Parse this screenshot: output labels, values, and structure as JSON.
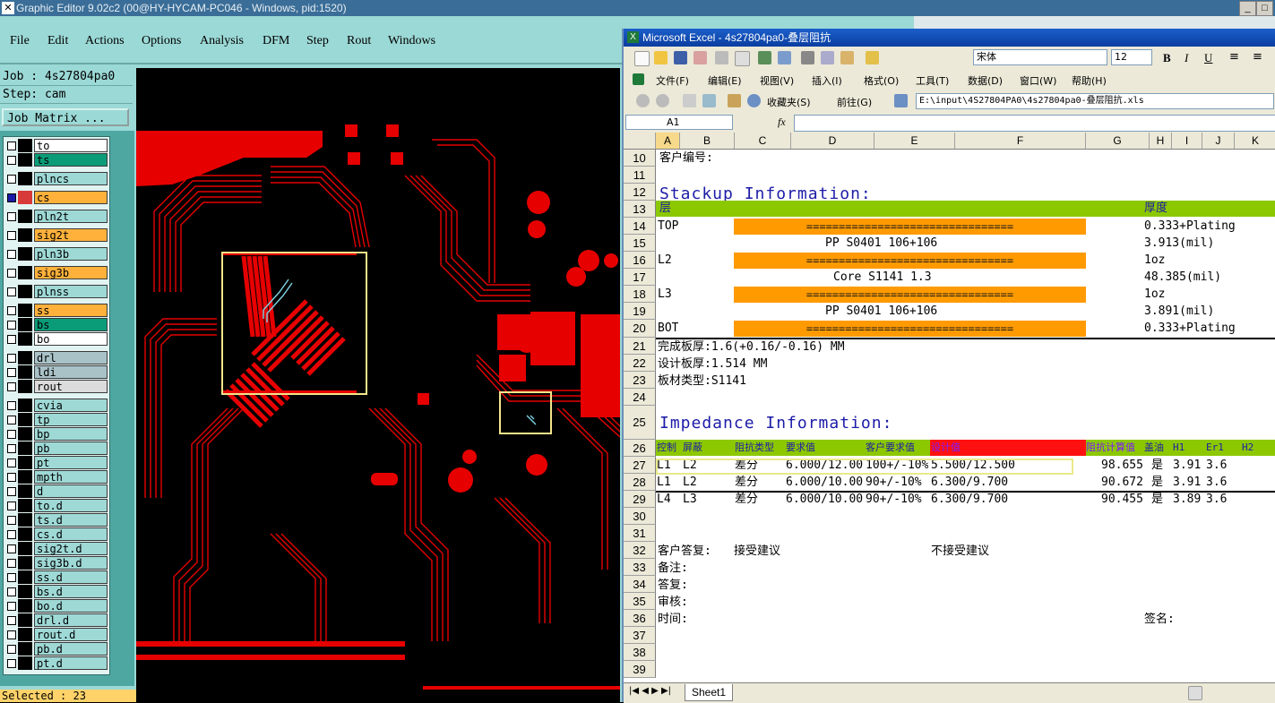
{
  "ge": {
    "title": "Graphic Editor 9.02c2 (00@HY-HYCAM-PC046 - Windows, pid:1520)",
    "menu": [
      "File",
      "Edit",
      "Actions",
      "Options",
      "Analysis",
      "DFM",
      "Step",
      "Rout",
      "Windows"
    ],
    "job_line": "Job : 4s27804pa0",
    "step_line": "Step: cam",
    "job_matrix": "Job Matrix ...",
    "selected": "Selected : 23",
    "layers": [
      {
        "name": "to",
        "color": "#ffffff"
      },
      {
        "name": "ts",
        "color": "#0a9c78"
      },
      {
        "name": "plncs",
        "color": "#9ed9d6"
      },
      {
        "name": "cs",
        "color": "#ffb13b"
      },
      {
        "name": "pln2t",
        "color": "#9ed9d6"
      },
      {
        "name": "sig2t",
        "color": "#ffb13b"
      },
      {
        "name": "pln3b",
        "color": "#9ed9d6"
      },
      {
        "name": "sig3b",
        "color": "#ffb13b"
      },
      {
        "name": "plnss",
        "color": "#9ed9d6"
      },
      {
        "name": "ss",
        "color": "#ffb13b"
      },
      {
        "name": "bs",
        "color": "#0a9c78"
      },
      {
        "name": "bo",
        "color": "#ffffff"
      },
      {
        "name": "drl",
        "color": "#a9c2c8"
      },
      {
        "name": "ldi",
        "color": "#a9c2c8"
      },
      {
        "name": "rout",
        "color": "#dcdcdc"
      },
      {
        "name": "cvia",
        "color": "#9ed9d6"
      },
      {
        "name": "tp",
        "color": "#9ed9d6"
      },
      {
        "name": "bp",
        "color": "#9ed9d6"
      },
      {
        "name": "pb",
        "color": "#9ed9d6"
      },
      {
        "name": "pt",
        "color": "#9ed9d6"
      },
      {
        "name": "mpth",
        "color": "#9ed9d6"
      },
      {
        "name": "d",
        "color": "#9ed9d6"
      },
      {
        "name": "to.d",
        "color": "#9ed9d6"
      },
      {
        "name": "ts.d",
        "color": "#9ed9d6"
      },
      {
        "name": "cs.d",
        "color": "#9ed9d6"
      },
      {
        "name": "sig2t.d",
        "color": "#9ed9d6"
      },
      {
        "name": "sig3b.d",
        "color": "#9ed9d6"
      },
      {
        "name": "ss.d",
        "color": "#9ed9d6"
      },
      {
        "name": "bs.d",
        "color": "#9ed9d6"
      },
      {
        "name": "bo.d",
        "color": "#9ed9d6"
      },
      {
        "name": "drl.d",
        "color": "#9ed9d6"
      },
      {
        "name": "rout.d",
        "color": "#9ed9d6"
      },
      {
        "name": "pb.d",
        "color": "#9ed9d6"
      },
      {
        "name": "pt.d",
        "color": "#9ed9d6"
      }
    ]
  },
  "xl": {
    "title": "Microsoft Excel - 4s27804pa0-叠层阻抗",
    "font_name": "宋体",
    "font_size": "12",
    "menu": [
      "文件(F)",
      "编辑(E)",
      "视图(V)",
      "插入(I)",
      "格式(O)",
      "工具(T)",
      "数据(D)",
      "窗口(W)",
      "帮助(H)"
    ],
    "favorites": "收藏夹(S)",
    "go": "前往(G)",
    "path": "E:\\input\\4S27804PA0\\4s27804pa0-叠层阻抗.xls",
    "namebox": "A1",
    "fx": "fx",
    "columns": [
      "A",
      "B",
      "C",
      "D",
      "E",
      "F",
      "G",
      "H",
      "I",
      "J",
      "K"
    ],
    "rows": [
      "10",
      "11",
      "12",
      "13",
      "14",
      "15",
      "16",
      "17",
      "18",
      "19",
      "20",
      "21",
      "22",
      "23",
      "24",
      "25",
      "26",
      "27",
      "28",
      "29",
      "30",
      "31",
      "32",
      "33",
      "34",
      "35",
      "36",
      "37",
      "38",
      "39"
    ],
    "r10": "客户编号:",
    "stackup_title": "Stackup Information:",
    "hdr_layer": "层",
    "hdr_thickness": "厚度",
    "bar": "================================",
    "r14_layer": "TOP",
    "r14_th": "0.333+Plating",
    "r15_mid": "PP      S0401     106+106",
    "r15_th": "3.913(mil)",
    "r16_layer": "L2",
    "r16_th": "1oz",
    "r17_mid": "Core      S1141     1.3",
    "r17_th": "48.385(mil)",
    "r18_layer": "L3",
    "r18_th": "1oz",
    "r19_mid": "PP      S0401     106+106",
    "r19_th": "3.891(mil)",
    "r20_layer": "BOT",
    "r20_th": "0.333+Plating",
    "r21": "完成板厚:1.6(+0.16/-0.16) MM",
    "r22": "设计板厚:1.514 MM",
    "r23": "板材类型:S1141",
    "impedance_title": "Impedance Information:",
    "imp_headers": [
      "控制",
      "屏蔽",
      "阻抗类型",
      "要求值",
      "客户要求值",
      "设计值",
      "阻抗计算值",
      "盖油",
      "H1",
      "Er1",
      "H2"
    ],
    "imp_rows": [
      [
        "L1",
        "L2",
        "差分",
        "6.000/12.00",
        "100+/-10%",
        "5.500/12.500",
        "98.655",
        "是",
        "3.91",
        "3.6"
      ],
      [
        "L1",
        "L2",
        "差分",
        "6.000/10.00",
        "90+/-10%",
        "6.300/9.700",
        "90.672",
        "是",
        "3.91",
        "3.6"
      ],
      [
        "L4",
        "L3",
        "差分",
        "6.000/10.00",
        "90+/-10%",
        "6.300/9.700",
        "90.455",
        "是",
        "3.89",
        "3.6"
      ]
    ],
    "r32_a": "客户答复:",
    "r32_b": "接受建议",
    "r32_c": "不接受建议",
    "r33": "备注:",
    "r34": "答复:",
    "r35": "审核:",
    "r36": "时间:",
    "r36_sign": "签名:",
    "sheet_tab": "Sheet1"
  }
}
